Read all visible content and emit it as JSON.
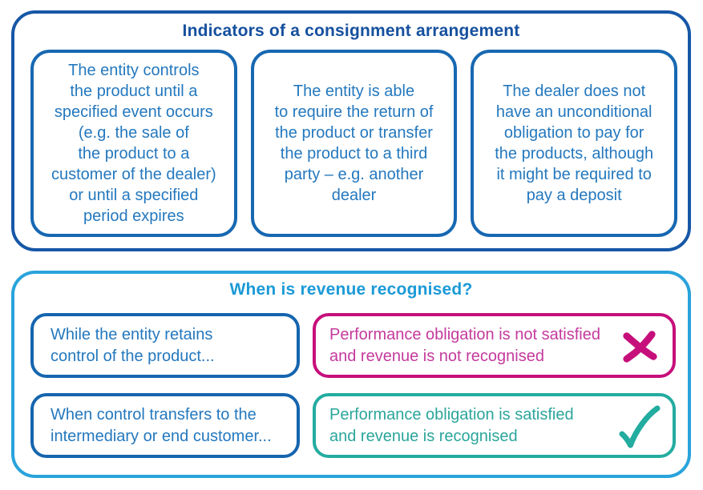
{
  "top_section": {
    "title": "Indicators of a consignment arrangement",
    "boxes": [
      {
        "text": "The entity controls\nthe product until a\nspecified event occurs\n(e.g. the sale of\nthe product to a\ncustomer of the dealer)\nor until a specified\nperiod expires"
      },
      {
        "text": "The entity is able\nto require the return of\nthe product or transfer\nthe product to a third\nparty – e.g. another\ndealer"
      },
      {
        "text": "The dealer does not\nhave an unconditional\nobligation to pay for\nthe products, although\nit might be required to\npay a deposit"
      }
    ]
  },
  "bottom_section": {
    "title": "When is revenue recognised?",
    "rows": [
      {
        "condition": "While the entity retains\ncontrol of the product...",
        "outcome": "Performance obligation is not satisfied\nand revenue is not recognised",
        "icon": "cross-icon",
        "result": "negative"
      },
      {
        "condition": "When control transfers to the\nintermediary or end customer...",
        "outcome": "Performance obligation is satisfied\nand revenue is recognised",
        "icon": "check-icon",
        "result": "positive"
      }
    ]
  },
  "colors": {
    "navy_border": "#1757A6",
    "navy_title": "#15509E",
    "indicator_box_border": "#1768B2",
    "body_text_blue": "#2478BE",
    "cyan_border": "#29A3DB",
    "cyan_title": "#1B9AD7",
    "condition_box_border": "#1565AE",
    "pink": "#C60F7B",
    "pink_text": "#C43A9D",
    "teal": "#23ACA0",
    "teal_text": "#2BA59B"
  }
}
